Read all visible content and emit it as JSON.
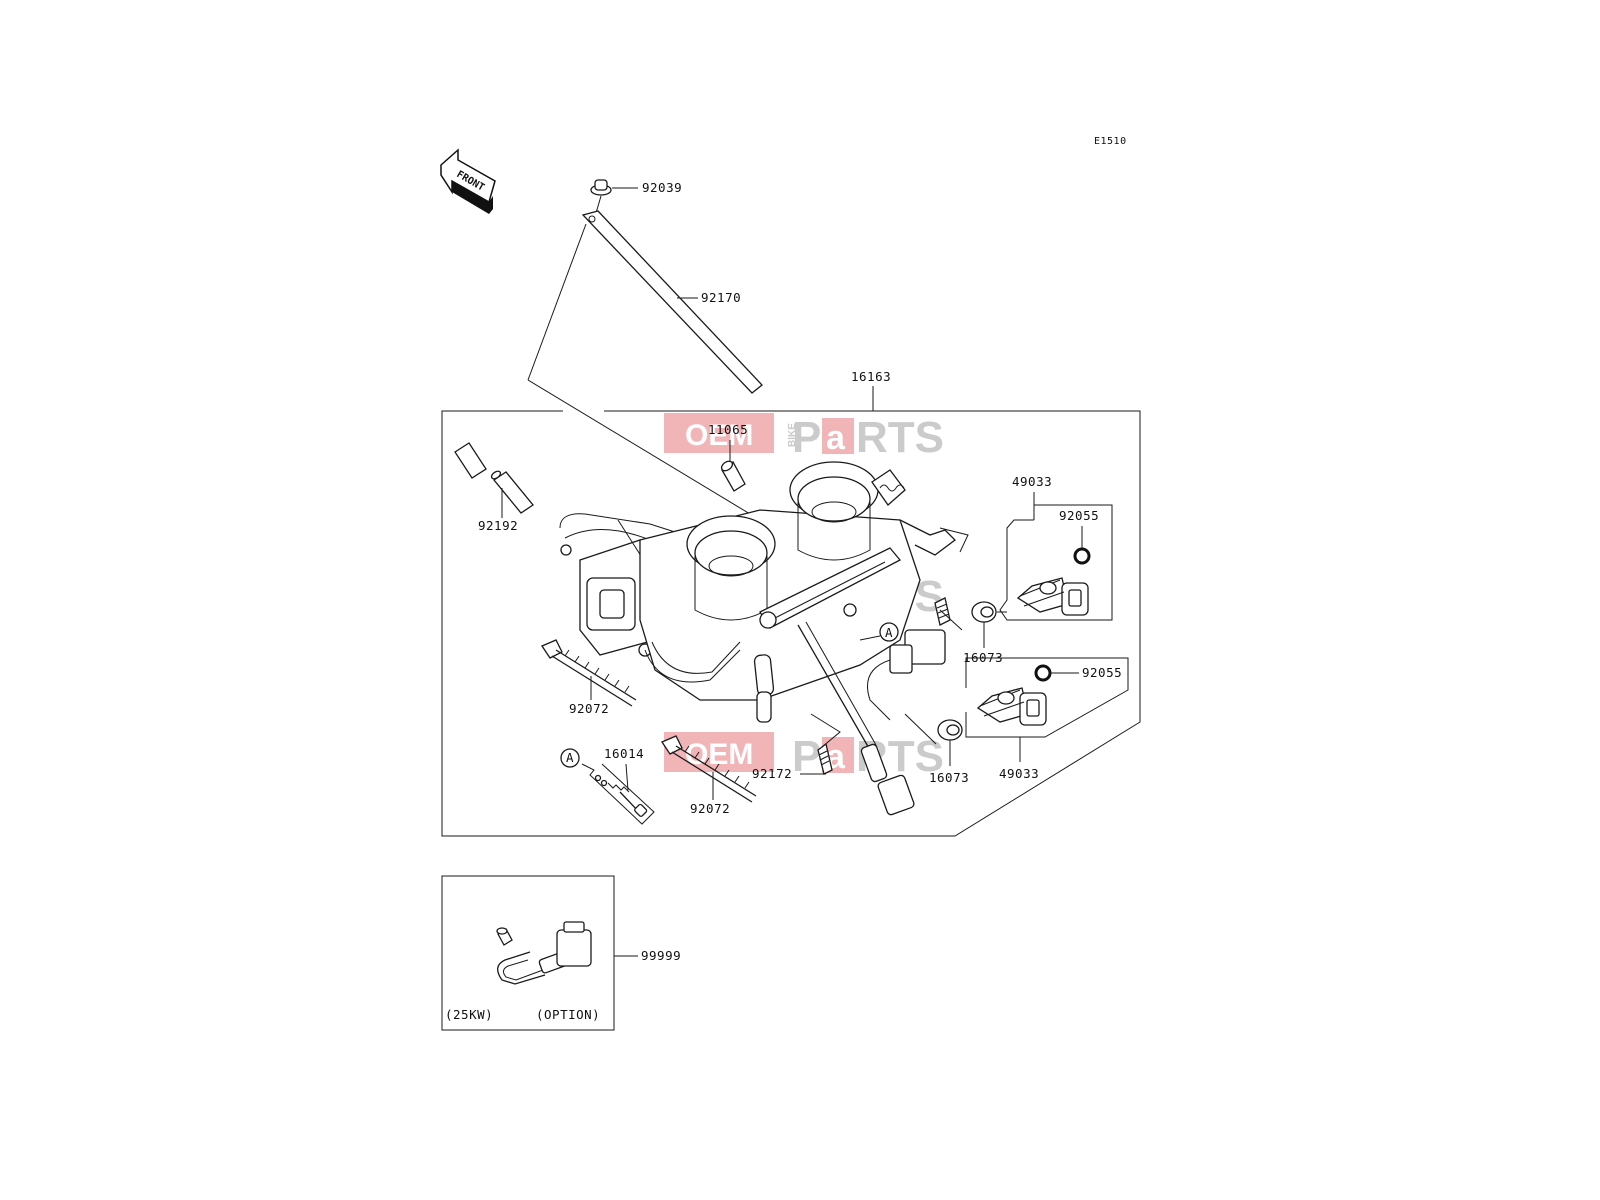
{
  "diagram_code": "E1510",
  "front_marker": "FRONT",
  "parts": {
    "p92039": "92039",
    "p92170": "92170",
    "p16163": "16163",
    "p11065": "11065",
    "p92192": "92192",
    "p49033_top": "49033",
    "p92055_top": "92055",
    "p16073_top": "16073",
    "p92055_bottom": "92055",
    "p92072_left": "92072",
    "p16014": "16014",
    "p92172": "92172",
    "p16073_bottom": "16073",
    "p49033_bottom": "49033",
    "p92072_bottom": "92072",
    "p99999": "99999"
  },
  "reference_marks": {
    "a1": "A",
    "a2": "A"
  },
  "option_box": {
    "left_note": "(25KW)",
    "right_note": "(OPTION)"
  },
  "watermark": {
    "oem": "OEM",
    "bike": "BIKE",
    "p": "P",
    "a": "a",
    "rts": "RTS"
  }
}
